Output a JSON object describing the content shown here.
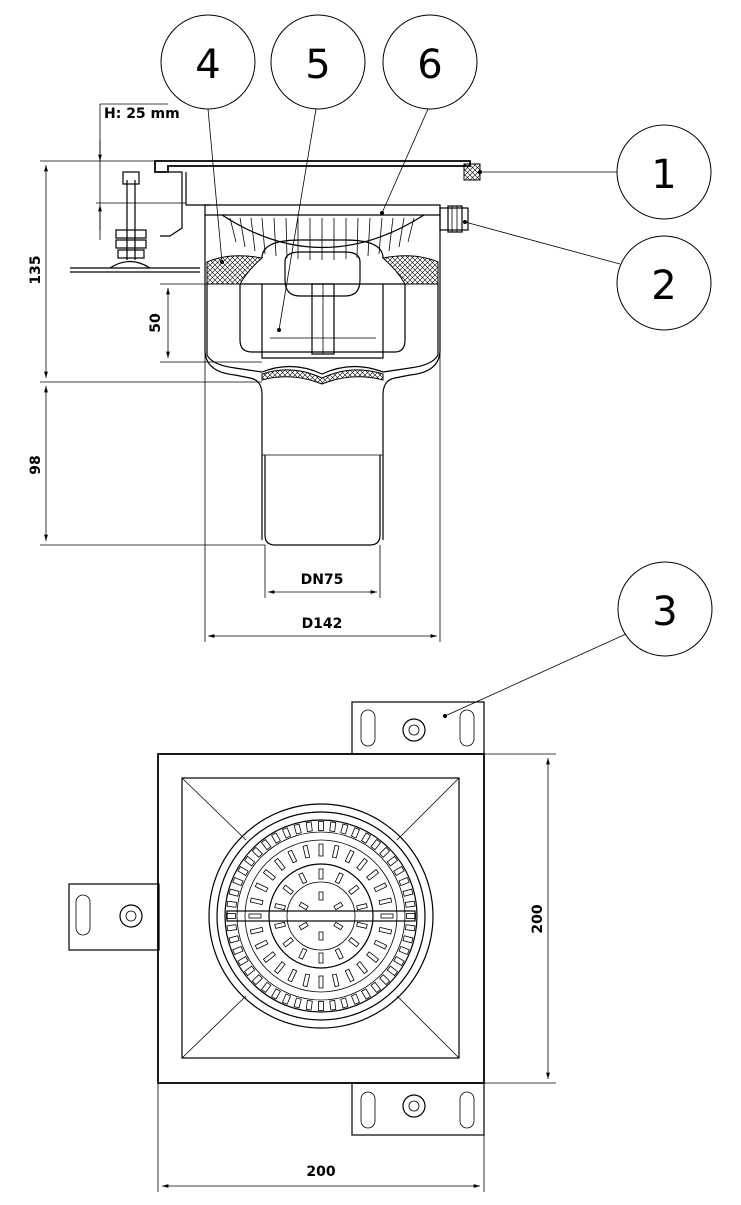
{
  "balloons": [
    "1",
    "2",
    "3",
    "4",
    "5",
    "6"
  ],
  "dimensions": {
    "height_adjust": "H: 25 mm",
    "total_top": "135",
    "water_seal": "50",
    "outlet_length": "98",
    "outlet_dn": "DN75",
    "body_diameter": "D142",
    "frame_height": "200",
    "frame_width": "200"
  }
}
